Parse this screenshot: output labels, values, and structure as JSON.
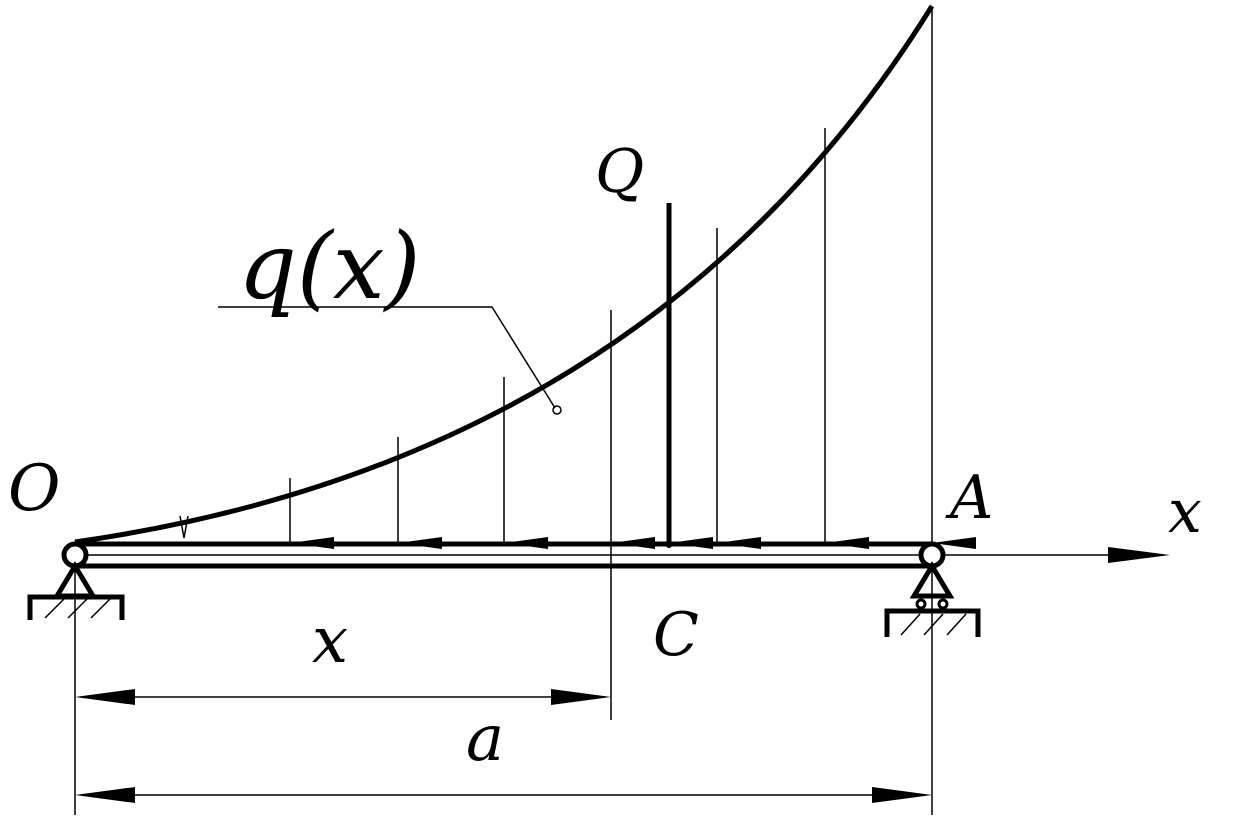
{
  "labels": {
    "origin": "O",
    "end": "A",
    "axis": "x",
    "load_function": "q(x)",
    "resultant": "Q",
    "point_c": "C",
    "dim_x": "x",
    "dim_a": "a"
  },
  "colors": {
    "stroke": "#000000",
    "background": "#ffffff"
  }
}
